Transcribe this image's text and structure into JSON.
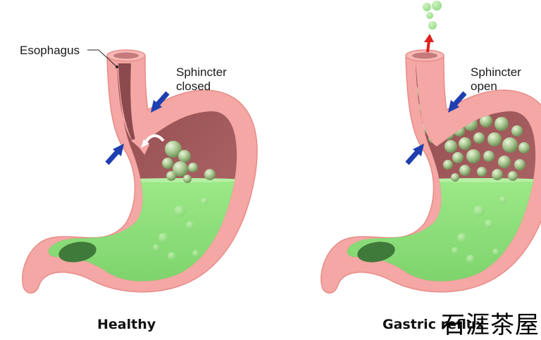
{
  "labels": {
    "esophagus": "Esophagus",
    "sphincter_closed": [
      "Sphincter",
      "closed"
    ],
    "sphincter_open": [
      "Sphincter",
      "open"
    ]
  },
  "captions": {
    "healthy": "Healthy",
    "reflux": "Gastric reflux"
  },
  "watermark": "石涯茶屋",
  "colors": {
    "wall": "#f4a7a4",
    "wall_edge": "#e88c89",
    "cavity": "#9b4f52",
    "cavity_dark": "#6f3338",
    "acid": "#8fe07a",
    "acid_dark": "#6cc55e",
    "bubble": "#9fbf86",
    "arrow_blue": "#1f3fb0",
    "arrow_red": "#e02020"
  }
}
